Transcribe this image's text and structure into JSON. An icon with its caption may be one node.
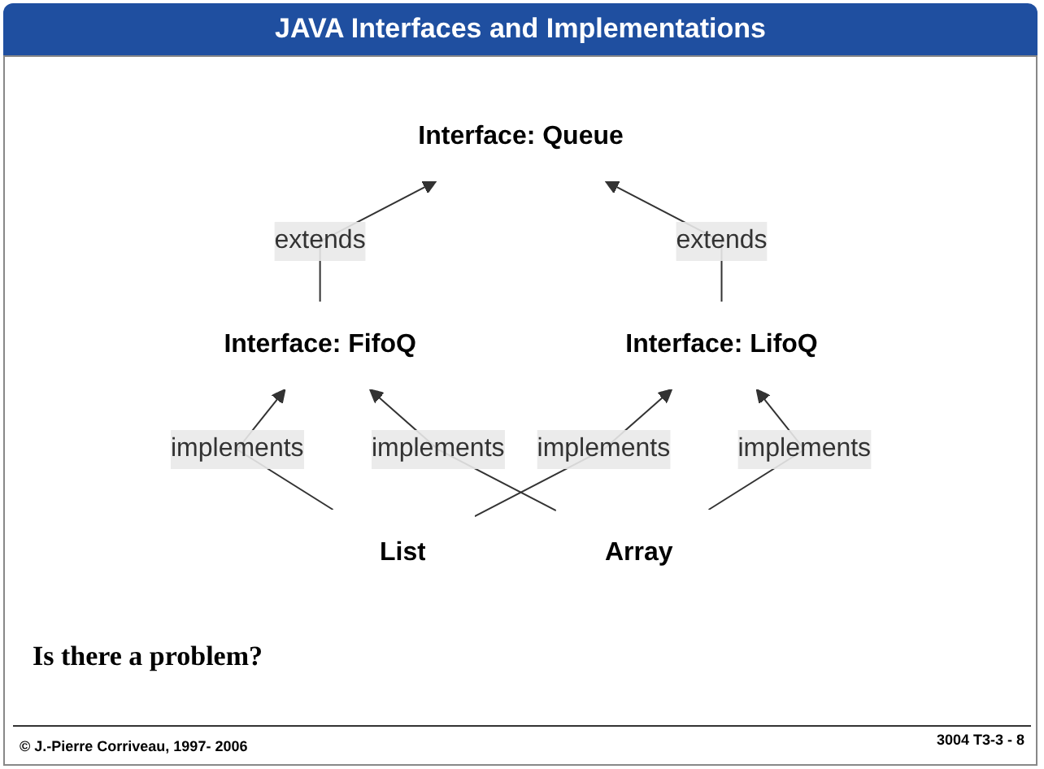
{
  "diagram": {
    "title": "JAVA Interfaces and Implementations",
    "nodes": [
      {
        "text": [
          "Interface: Queue"
        ]
      },
      {
        "text": [
          "Interface: FifoQ"
        ]
      },
      {
        "text": [
          "Interface: LifoQ"
        ]
      },
      {
        "text": [
          "List"
        ]
      },
      {
        "text": [
          "Array"
        ]
      }
    ],
    "edges": [
      {
        "from": 1,
        "to": 0,
        "arrow": "to",
        "label": "extends"
      },
      {
        "from": 2,
        "to": 0,
        "arrow": "to",
        "label": "extends"
      },
      {
        "from": 3,
        "to": 1,
        "arrow": "to",
        "label": "implements"
      },
      {
        "from": 3,
        "to": 2,
        "arrow": "to",
        "label": "implements"
      },
      {
        "from": 4,
        "to": 1,
        "arrow": "to",
        "label": "implements"
      },
      {
        "from": 4,
        "to": 2,
        "arrow": "to",
        "label": "implements"
      }
    ],
    "labels": [
      "Is there a problem?",
      "© J.-Pierre Corriveau, 1997- 2006",
      "3004 T3-3 - 8"
    ]
  }
}
